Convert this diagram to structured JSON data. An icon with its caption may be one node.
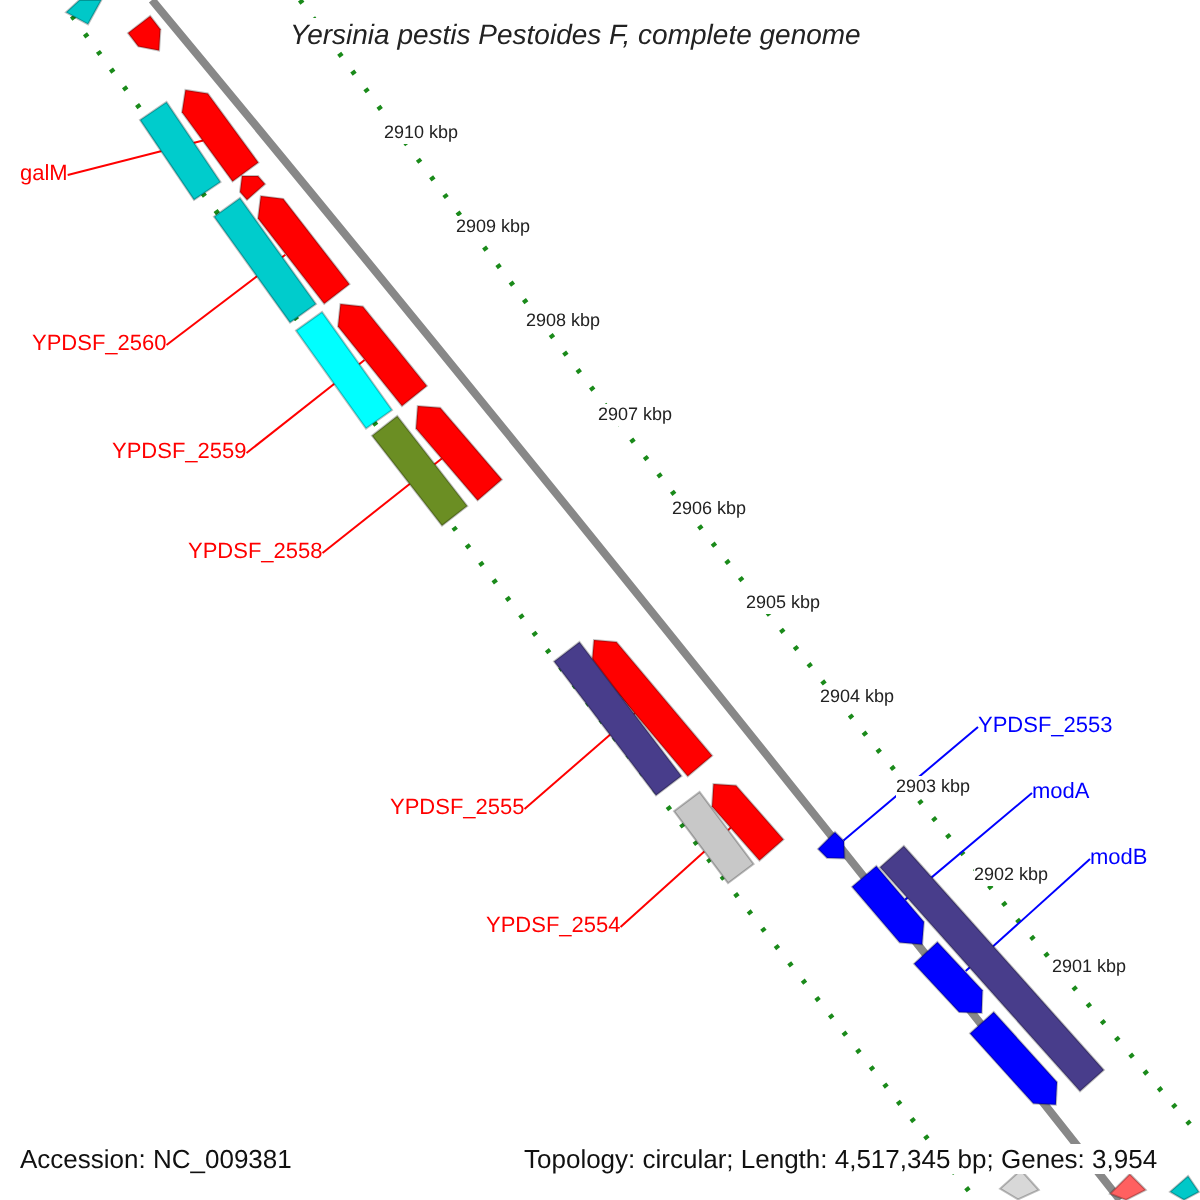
{
  "diagram": {
    "title": "Yersinia pestis Pestoides F, complete genome",
    "nodes": [
      {
        "text": [
          "galM"
        ]
      },
      {
        "text": [
          "YPDSF_2560"
        ]
      },
      {
        "text": [
          "YPDSF_2559"
        ]
      },
      {
        "text": [
          "YPDSF_2558"
        ]
      },
      {
        "text": [
          "YPDSF_2555"
        ]
      },
      {
        "text": [
          "YPDSF_2554"
        ]
      },
      {
        "text": [
          "YPDSF_2553"
        ]
      },
      {
        "text": [
          "modA"
        ]
      },
      {
        "text": [
          "modB"
        ]
      },
      {
        "text": [],
        "shape": "bar"
      },
      {
        "text": [],
        "shape": "bar"
      },
      {
        "text": [],
        "shape": "bar"
      },
      {
        "text": [],
        "shape": "bar"
      },
      {
        "text": [],
        "shape": "bar"
      },
      {
        "text": [],
        "shape": "bar"
      },
      {
        "text": [],
        "shape": "bar"
      },
      {
        "text": [],
        "shape": "bar"
      },
      {
        "text": [],
        "shape": "bar"
      },
      {
        "text": [],
        "shape": "bar"
      },
      {
        "text": [],
        "shape": "bar"
      },
      {
        "text": [],
        "shape": "bar"
      },
      {
        "text": [],
        "shape": "bar"
      },
      {
        "text": [],
        "shape": "bar"
      },
      {
        "text": [],
        "shape": "bar"
      },
      {
        "text": [],
        "shape": "bar"
      },
      {
        "text": [],
        "shape": "bar"
      },
      {
        "text": [],
        "shape": "bar"
      },
      {
        "text": [],
        "shape": "bar"
      },
      {
        "text": [],
        "shape": "bar"
      },
      {
        "text": [],
        "shape": "bar"
      },
      {
        "text": [],
        "shape": "bar"
      },
      {
        "text": [],
        "shape": "bar"
      }
    ],
    "edges": [
      {
        "from": 0,
        "to": 11,
        "arrow": "none"
      },
      {
        "from": 1,
        "to": 14,
        "arrow": "none"
      },
      {
        "from": 2,
        "to": 16,
        "arrow": "none"
      },
      {
        "from": 3,
        "to": 18,
        "arrow": "none"
      },
      {
        "from": 4,
        "to": 20,
        "arrow": "none"
      },
      {
        "from": 5,
        "to": 22,
        "arrow": "none"
      },
      {
        "from": 6,
        "to": 24,
        "arrow": "none",
        "color": "#0000ff"
      },
      {
        "from": 7,
        "to": 26,
        "arrow": "none",
        "color": "#0000ff"
      },
      {
        "from": 8,
        "to": 27,
        "arrow": "none",
        "color": "#0000ff"
      }
    ],
    "labels": [
      "2910 kbp",
      "2909 kbp",
      "2908 kbp",
      "2907 kbp",
      "2906 kbp",
      "2905 kbp",
      "2904 kbp",
      "2903 kbp",
      "2902 kbp",
      "2901 kbp",
      "Accession: NC_009381",
      "Topology: circular; Length: 4,517,345 bp; Genes: 3,954"
    ]
  }
}
